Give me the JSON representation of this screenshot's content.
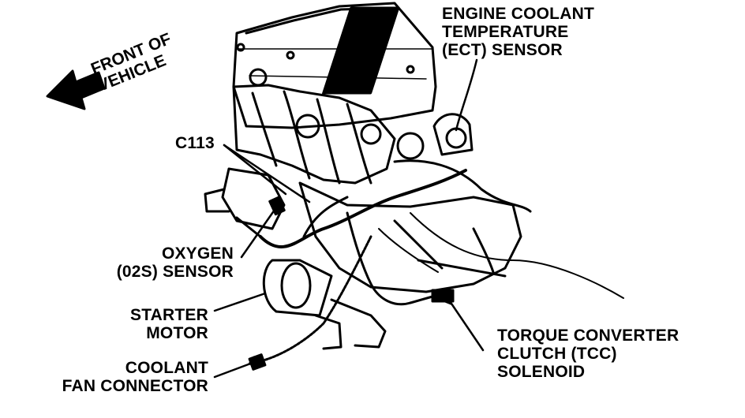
{
  "labels": {
    "front_of_vehicle": "FRONT OF\nVEHICLE",
    "ect_sensor": "ENGINE COOLANT\nTEMPERATURE\n(ECT) SENSOR",
    "c113": "C113",
    "oxygen_sensor": "OXYGEN\n(02S) SENSOR",
    "starter_motor": "STARTER\nMOTOR",
    "coolant_fan_connector": "COOLANT\nFAN CONNECTOR",
    "tcc_solenoid": "TORQUE CONVERTER\nCLUTCH (TCC)\nSOLENOID"
  }
}
